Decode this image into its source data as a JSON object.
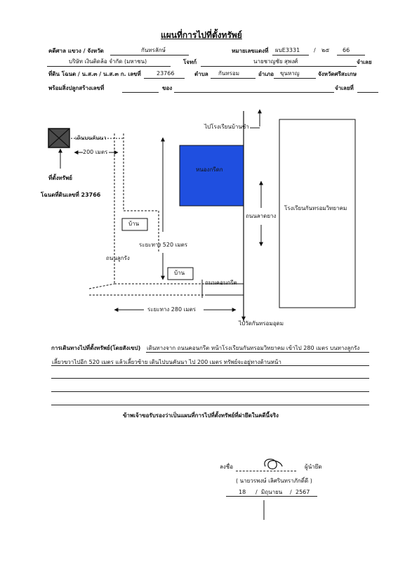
{
  "title": "แผนที่การไปที่ตั้งทรัพย์",
  "header": {
    "case_label": "คดีศาล แขวง / จังหวัด",
    "case_value": "กันทรลักษ์",
    "case_no_label": "หมายเลขแดงที่",
    "case_no_value": "ผบE3331",
    "case_slash1": "/",
    "case_no_prefix": "๒๕",
    "case_year": "66",
    "plaintiff_value": "บริษัท เงินติดล้อ จำกัด (มหาชน)",
    "plaintiff_label": "โจทก์",
    "defendant_value": "นายชาญชัย สุพงศ์",
    "defendant_label": "จำเลย",
    "land_label": "ที่ดิน โฉนด / น.ส.๓ / น.ส.๓ ก. เลขที่",
    "land_no": "23766",
    "subdistrict_label": "ตำบล",
    "subdistrict": "กันทรอม",
    "district_label": "อำเภอ",
    "district": "ขุนหาญ",
    "province_label": "จังหวัดศรีสะเกษ",
    "building_label": "พร้อมสิ่งปลูกสร้างเลขที่",
    "owner_label": "ของ",
    "defendant_no_label": "จำเลยที่"
  },
  "map": {
    "walk_field": "เดินบนคันนา",
    "dist_200": "200 เมตร",
    "property_label": "ที่ตั้งทรัพย์",
    "deed_label": "โฉนดที่ดินเลขที่ 23766",
    "to_school_top": "ไปโรงเรียนบ้านซำ",
    "pond": "หนองกรีดก",
    "house1": "บ้าน",
    "house2": "บ้าน",
    "asphalt_road": "ถนนลาดยาง",
    "school_right": "โรงเรียนกันทรอมวิทยาคม",
    "dist_520": "ระยะทาง 520 เมตร",
    "laterite_road": "ถนนลูกรัง",
    "concrete_road": "ถนนคอนกรีต",
    "dist_280": "ระยะทาง 280 เมตร",
    "to_temple": "ไปวัดกันทรอมอุดม",
    "colors": {
      "pond": "#1f4fe0",
      "property_box": "#4a4a4a"
    }
  },
  "directions": {
    "label": "การเดินทางไปที่ตั้งทรัพย์(โดยสังเขป)",
    "line1": "เดินทางจาก ถนนคอนกรีต หน้าโรงเรียนกันทรอมวิทยาคม เข้าไป 280 เมตร บนทางลูกรัง",
    "line2": "เลี้ยวขวาไปอีก 520 เมตร แล้วเลี้ยวซ้าย เดินไปบนคันนา ไป 200 เมตร ทรัพย์จะอยู่ทางด้านหน้า"
  },
  "certify": "ข้าพเจ้าขอรับรองว่าเป็นแผนที่การไปที่ตั้งทรัพย์ที่ผ่ายึดในคดีนี้จริง",
  "signature": {
    "sign_label": "ลงชื่อ",
    "role": "ผู้นำยึด",
    "name": "( นายวรพงษ์ เลิศรินทราภักดิ์ดี )",
    "day": "18",
    "month": "มิถุนายน",
    "year": "2567",
    "sep": "/"
  }
}
